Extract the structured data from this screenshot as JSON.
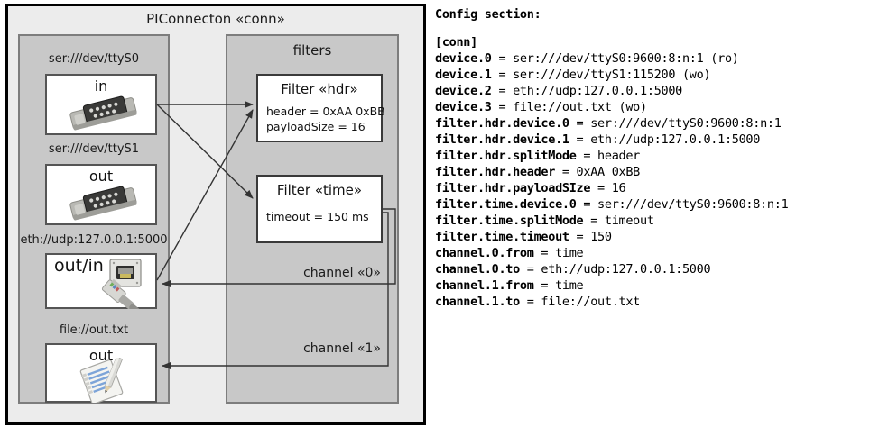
{
  "diagram": {
    "title": "PIConnecton «conn»",
    "devices_group": {
      "title": ""
    },
    "filters_group": {
      "title": "filters"
    },
    "devices": [
      {
        "caption": "ser:///dev/ttyS0",
        "label": "in",
        "icon": "serial-db9-connector-icon"
      },
      {
        "caption": "ser:///dev/ttyS1",
        "label": "out",
        "icon": "serial-db9-connector-icon"
      },
      {
        "caption": "eth://udp:127.0.0.1:5000",
        "label": "out/in",
        "icon": "ethernet-rj45-icon"
      },
      {
        "caption": "file://out.txt",
        "label": "out",
        "icon": "text-file-edit-icon"
      }
    ],
    "filters": [
      {
        "title": "Filter «hdr»",
        "attrs": [
          "header = 0xAA 0xBB",
          "payloadSize = 16"
        ]
      },
      {
        "title": "Filter «time»",
        "attrs": [
          "timeout = 150 ms"
        ]
      }
    ],
    "channels": [
      {
        "label": "channel «0»"
      },
      {
        "label": "channel «1»"
      }
    ],
    "colors": {
      "frame_border": "#000000",
      "frame_fill": "#ececec",
      "group_fill": "#c8c8c8",
      "group_border": "#7d7d7d",
      "node_fill": "#ffffff",
      "node_border": "#555555",
      "edge": "#333333"
    }
  },
  "config": {
    "heading": "Config section:",
    "lines": [
      {
        "key": "[conn]",
        "value": ""
      },
      {
        "key": "device.0",
        "value": " = ser:///dev/ttyS0:9600:8:n:1 (ro)"
      },
      {
        "key": "device.1",
        "value": " = ser:///dev/ttyS1:115200 (wo)"
      },
      {
        "key": "device.2",
        "value": " = eth://udp:127.0.0.1:5000"
      },
      {
        "key": "device.3",
        "value": " = file://out.txt (wo)"
      },
      {
        "key": "filter.hdr.device.0",
        "value": " = ser:///dev/ttyS0:9600:8:n:1"
      },
      {
        "key": "filter.hdr.device.1",
        "value": " = eth://udp:127.0.0.1:5000"
      },
      {
        "key": "filter.hdr.splitMode",
        "value": " = header"
      },
      {
        "key": "filter.hdr.header",
        "value": " = 0xAA 0xBB"
      },
      {
        "key": "filter.hdr.payloadSIze",
        "value": " = 16"
      },
      {
        "key": "filter.time.device.0",
        "value": " = ser:///dev/ttyS0:9600:8:n:1"
      },
      {
        "key": "filter.time.splitMode",
        "value": " = timeout"
      },
      {
        "key": "filter.time.timeout",
        "value": " = 150"
      },
      {
        "key": "channel.0.from",
        "value": " = time"
      },
      {
        "key": "channel.0.to",
        "value": " = eth://udp:127.0.0.1:5000"
      },
      {
        "key": "channel.1.from",
        "value": " = time"
      },
      {
        "key": "channel.1.to",
        "value": " = file://out.txt"
      }
    ],
    "full_text": "[conn]\ndevice.0 = ser:///dev/ttyS0:9600:8:n:1 (ro)\ndevice.1 = ser:///dev/ttyS1:115200 (wo)\ndevice.2 = eth://udp:127.0.0.1:5000\ndevice.3 = file://out.txt (wo)\nfilter.hdr.device.0 = ser:///dev/ttyS0:9600:8:n:1\nfilter.hdr.device.1 = eth://udp:127.0.0.1:5000\nfilter.hdr.splitMode = header\nfilter.hdr.header = 0xAA 0xBB\nfilter.hdr.payloadSIze = 16\nfilter.time.device.0 = ser:///dev/ttyS0:9600:8:n:1\nfilter.time.splitMode = timeout\nfilter.time.timeout = 150\nchannel.0.from = time\nchannel.0.to = eth://udp:127.0.0.1:5000\nchannel.1.from = time\nchannel.1.to = file://out.txt"
  }
}
